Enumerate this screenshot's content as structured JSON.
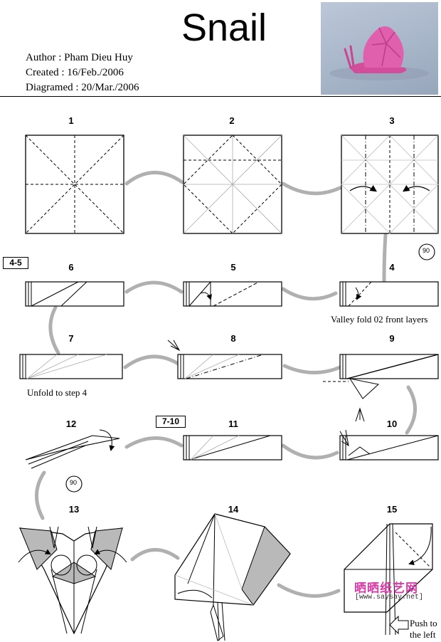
{
  "title": "Snail",
  "author": "Author : Pham Dieu Huy",
  "created": "Created : 16/Feb./2006",
  "diagramed": "Diagramed : 20/Mar./2006",
  "photo_icon": "snail-photo",
  "steps": [
    "1",
    "2",
    "3",
    "4",
    "5",
    "6",
    "7",
    "8",
    "9",
    "10",
    "11",
    "12",
    "13",
    "14",
    "15"
  ],
  "box_labels": {
    "b45": "4-5",
    "b710": "7-10"
  },
  "rotation_label": "90",
  "captions": {
    "step4": "Valley fold 02 front layers",
    "step7": "Unfold to step 4",
    "step15_line1": "Push to",
    "step15_line2": "the left"
  },
  "watermark": "晒晒纸艺网",
  "watermark_url": "[www.saysay.net]",
  "colors": {
    "paper": "#ffffff",
    "shade": "#b9b9b9",
    "connector": "#b0b0b0",
    "watermark": "#d83aa8"
  }
}
